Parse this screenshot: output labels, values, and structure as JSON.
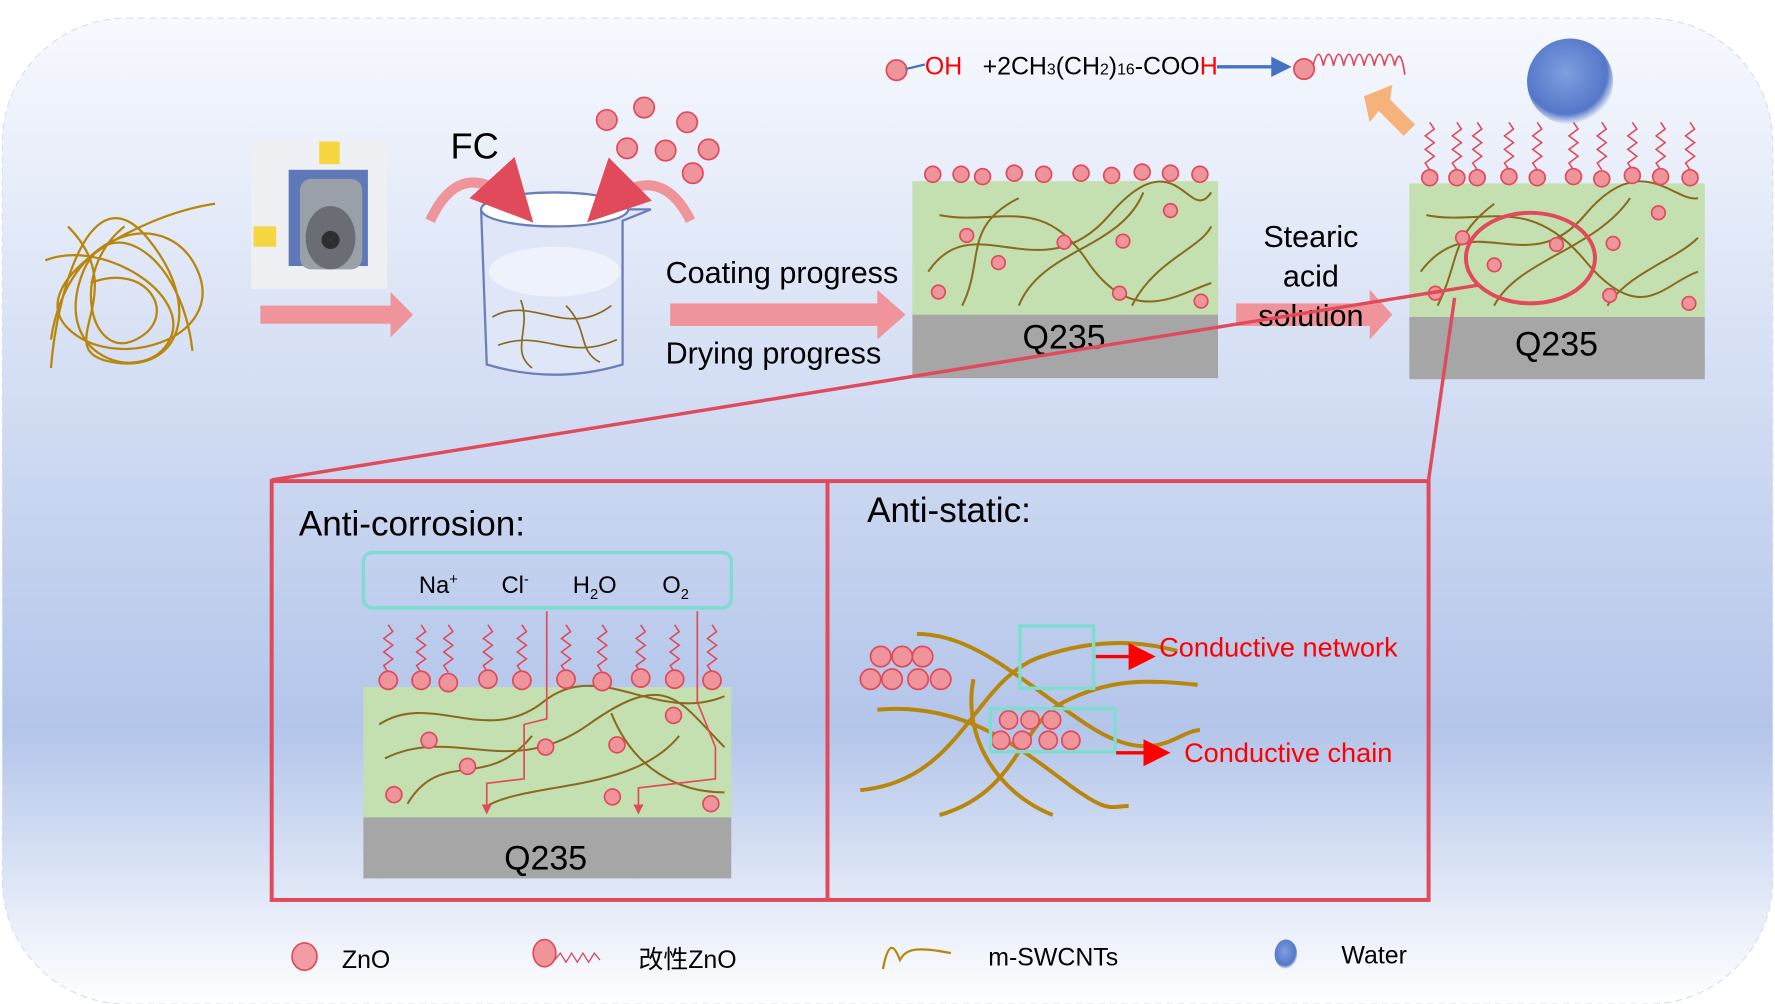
{
  "colors": {
    "zno": "#f0949c",
    "zno_stroke": "#e04a5a",
    "fiber": "#b8860b",
    "coating": "#c5e0b0",
    "steel": "#a6a6a6",
    "frame": "#e04a5a",
    "highlight": "#7fdcd0",
    "arrow": "#f0949c",
    "water": "#5b7fd0"
  },
  "top": {
    "fc_label": "FC",
    "coating_label": "Coating progress",
    "drying_label": "Drying progress",
    "substrate_label": "Q235",
    "stearic": [
      "Stearic",
      "acid",
      "solution"
    ],
    "substrate_label_2": "Q235"
  },
  "formula": {
    "oh": "OH",
    "plus": "+2CH",
    "sub3": "3",
    "paren": "(CH",
    "sub2": "2",
    "close": ")",
    "sub16": "16",
    "cooh": "-COO",
    "h": "H"
  },
  "anti_corrosion": {
    "title": "Anti-corrosion:",
    "species": [
      "Na",
      "Cl",
      "H",
      "O"
    ],
    "sup_na": "+",
    "sup_cl": "-",
    "h2o_sub": "2",
    "h2o_o": "O",
    "o2_sub": "2",
    "substrate_label": "Q235"
  },
  "anti_static": {
    "title": "Anti-static:",
    "network_label": "Conductive network",
    "chain_label": "Conductive chain"
  },
  "legend": [
    {
      "icon": "zno-circle-icon",
      "label": "ZnO"
    },
    {
      "icon": "modified-zno-icon",
      "label": "改性ZnO"
    },
    {
      "icon": "swcnt-fiber-icon",
      "label": "m-SWCNTs"
    },
    {
      "icon": "water-droplet-icon",
      "label": "Water"
    }
  ]
}
